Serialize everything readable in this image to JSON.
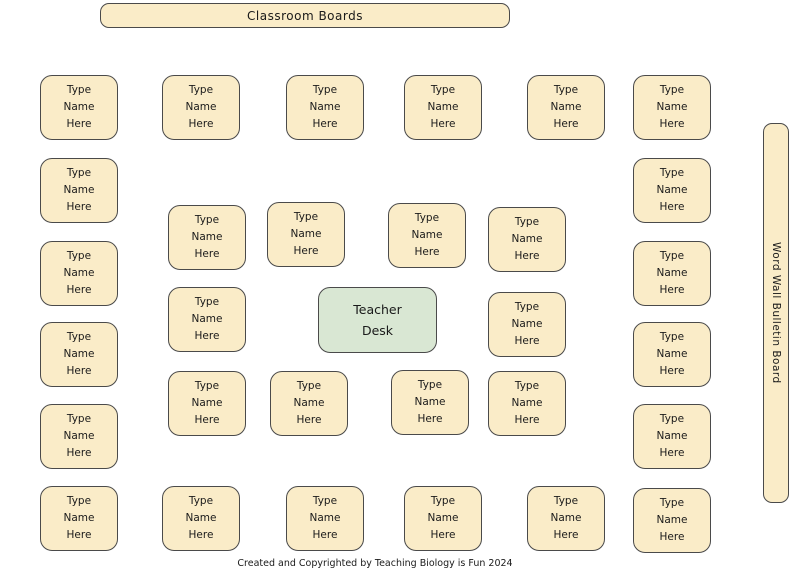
{
  "title": {
    "label": "Classroom Boards"
  },
  "word_wall_board": {
    "label": "Word Wall Bulletin Board"
  },
  "teacher_desk": {
    "label": "Teacher\nDesk"
  },
  "student_desk": {
    "label": "Type\nName\nHere",
    "count": 30
  },
  "footer": {
    "text": "Created and Copyrighted by Teaching Biology is Fun 2024"
  },
  "colors": {
    "desk_fill": "#FAECC8",
    "teacher_desk_fill": "#D9E7D3",
    "border": "#4A4A4A",
    "text": "#1A1A1A",
    "background": "#FFFFFF"
  }
}
